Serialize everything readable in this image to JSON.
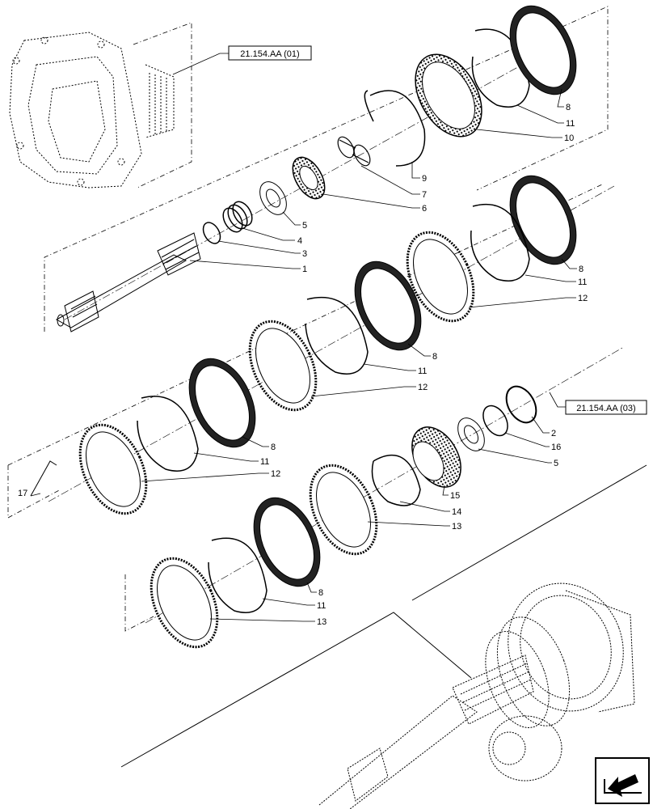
{
  "diagram": {
    "references": [
      {
        "id": "ref-top",
        "text": "21.154.AA (01)"
      },
      {
        "id": "ref-mid",
        "text": "21.154.AA (03)"
      }
    ],
    "callouts": [
      {
        "id": "c8a",
        "text": "8"
      },
      {
        "id": "c11a",
        "text": "11"
      },
      {
        "id": "c10",
        "text": "10"
      },
      {
        "id": "c9",
        "text": "9"
      },
      {
        "id": "c7",
        "text": "7"
      },
      {
        "id": "c6",
        "text": "6"
      },
      {
        "id": "c5a",
        "text": "5"
      },
      {
        "id": "c4",
        "text": "4"
      },
      {
        "id": "c3",
        "text": "3"
      },
      {
        "id": "c1",
        "text": "1"
      },
      {
        "id": "c8b",
        "text": "8"
      },
      {
        "id": "c11b",
        "text": "11"
      },
      {
        "id": "c12a",
        "text": "12"
      },
      {
        "id": "c8c",
        "text": "8"
      },
      {
        "id": "c11c",
        "text": "11"
      },
      {
        "id": "c12b",
        "text": "12"
      },
      {
        "id": "c8d",
        "text": "8"
      },
      {
        "id": "c11d",
        "text": "11"
      },
      {
        "id": "c12c",
        "text": "12"
      },
      {
        "id": "c17",
        "text": "17"
      },
      {
        "id": "c2",
        "text": "2"
      },
      {
        "id": "c16",
        "text": "16"
      },
      {
        "id": "c5b",
        "text": "5"
      },
      {
        "id": "c15",
        "text": "15"
      },
      {
        "id": "c14",
        "text": "14"
      },
      {
        "id": "c13a",
        "text": "13"
      },
      {
        "id": "c8e",
        "text": "8"
      },
      {
        "id": "c11e",
        "text": "11"
      },
      {
        "id": "c13b",
        "text": "13"
      }
    ],
    "nav_icon": "arrow-back-icon"
  }
}
